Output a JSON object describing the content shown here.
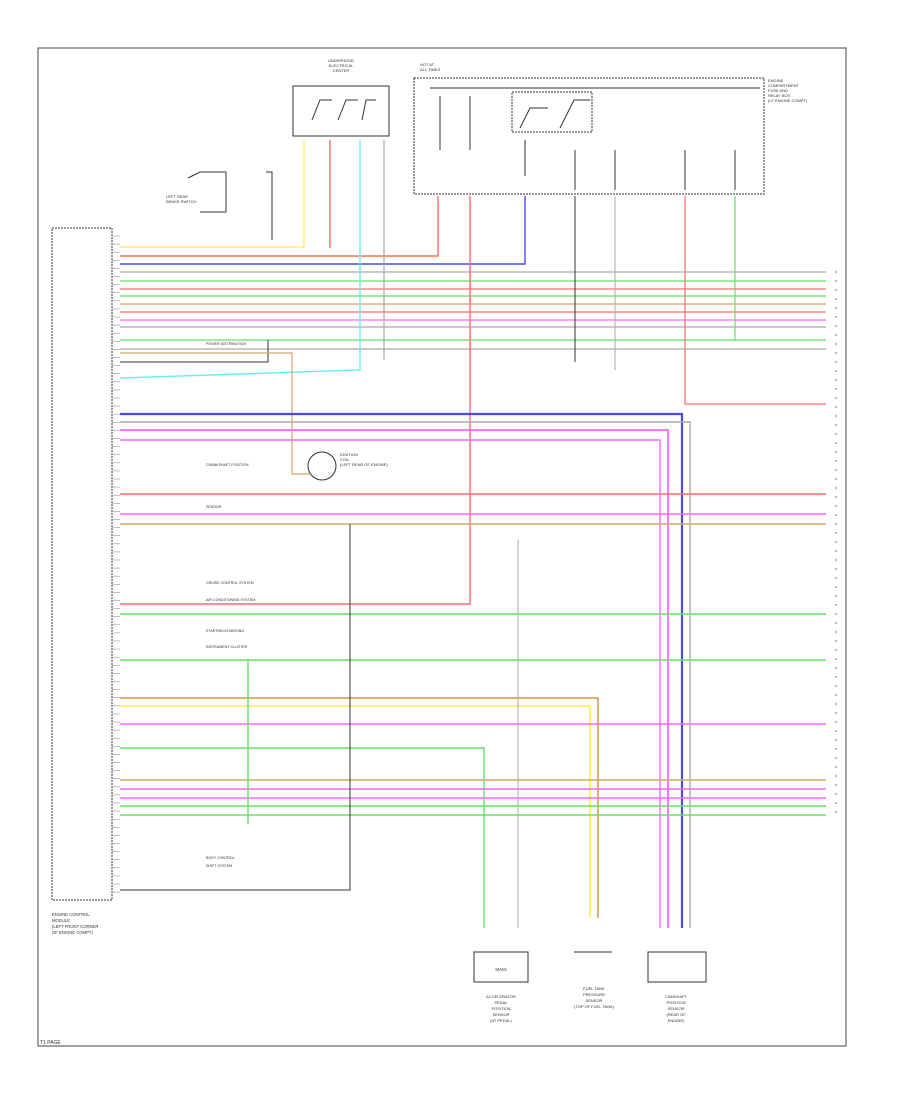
{
  "colors": {
    "border": "#444444",
    "black": "#333333",
    "red": "#ff6b6b",
    "blue": "#4a4ae8",
    "green": "#66e066",
    "pink": "#ff66ff",
    "tan": "#d9a566",
    "yellow": "#ffee66",
    "cyan": "#66eeee",
    "gray": "#aaaaaa"
  },
  "page_label": "T1 PAGE",
  "components": {
    "ecm_label": [
      "ENGINE CONTROL",
      "MODULE",
      "(LEFT FRONT CORNER",
      "OF ENGINE COMPT)"
    ],
    "relay_box_label": [
      "UNDERHOOD",
      "ELECTRICAL",
      "CENTER"
    ],
    "fuse_box_label": [
      "HOT AT",
      "ALL TIMES"
    ],
    "module_label": [
      "ENGINE",
      "COMPARTMENT",
      "FUSE AND",
      "RELAY BOX",
      "(LF ENGINE COMPT)"
    ],
    "sensor_label": [
      "LEFT REAR",
      "BRAKE SWITCH"
    ],
    "coil_label": [
      "IGNITION",
      "COIL",
      "(LEFT REAR OF ENGINE)"
    ],
    "bottom_left_label": [
      "ACCELERATOR",
      "PEDAL",
      "POSITION",
      "SENSOR",
      "(AT PEDAL)"
    ],
    "bottom_mid_label": [
      "FUEL TANK",
      "PRESSURE",
      "SENSOR",
      "(TOP OF FUEL TANK)"
    ],
    "bottom_right_label": [
      "CAMSHAFT",
      "POSITION",
      "SENSOR",
      "(REAR OF",
      "ENGINE)"
    ],
    "bottom_box_text": "MAIN"
  },
  "annotations": [
    "POWER DISTRIBUTION",
    "CRANKSHAFT POSITION",
    "SENSOR",
    "CRUISE CONTROL SYSTEM",
    "AIR CONDITIONING SYSTEM",
    "STARTING/CHARGING",
    "INSTRUMENT CLUSTER",
    "BODY CONTROL",
    "SHIFT SYSTEM"
  ]
}
